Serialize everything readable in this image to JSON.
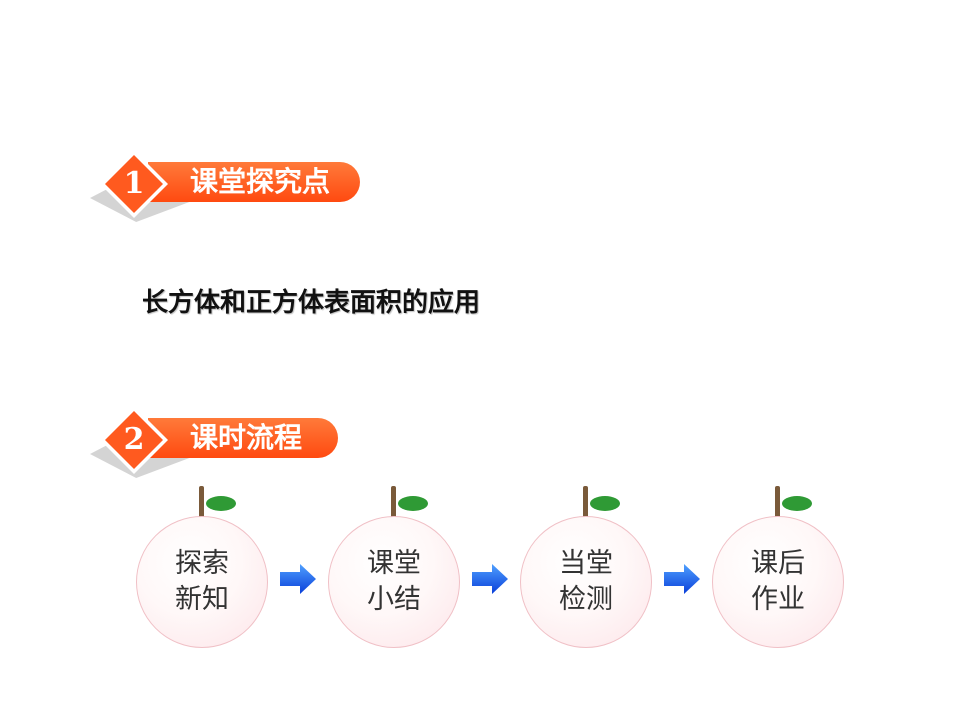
{
  "sections": [
    {
      "number": "1",
      "title": "课堂探究点"
    },
    {
      "number": "2",
      "title": "课时流程"
    }
  ],
  "topic": "长方体和正方体表面积的应用",
  "flow_steps": [
    {
      "line1": "探索",
      "line2": "新知"
    },
    {
      "line1": "课堂",
      "line2": "小结"
    },
    {
      "line1": "当堂",
      "line2": "检测"
    },
    {
      "line1": "课后",
      "line2": "作业"
    }
  ],
  "colors": {
    "header_orange": "#ff5a1f",
    "leaf_green": "#2f9a35",
    "arrow_blue": "#1a5cff"
  },
  "icons": {
    "flow_arrow": "right-arrow-icon",
    "leaf": "leaf-icon"
  }
}
